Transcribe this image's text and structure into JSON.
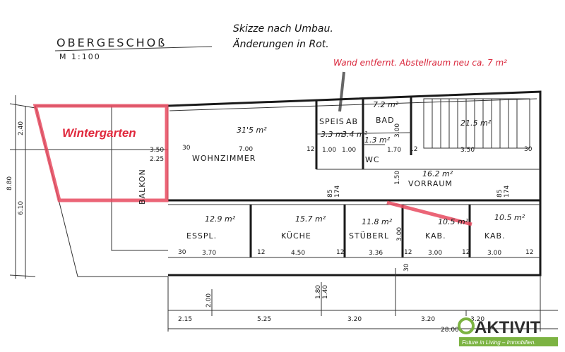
{
  "title": "OBERGESCHOß",
  "scale": "M 1:100",
  "notes": {
    "line1": "Skizze nach Umbau.",
    "line2": "Änderungen in Rot.",
    "red": "Wand entfernt. Abstellraum neu ca. 7 m²"
  },
  "labels": {
    "wintergarten": "Wintergarten",
    "balkon": "BALKON"
  },
  "rooms": {
    "wohnzimmer": {
      "name": "WOHNZIMMER",
      "area": "31'5 m²"
    },
    "speis": {
      "name": "SPEIS",
      "area": "3.3 m²"
    },
    "ab": {
      "name": "AB",
      "area": "3.4 m²"
    },
    "bad": {
      "name": "BAD",
      "area": "7.2 m²"
    },
    "wc": {
      "name": "WC",
      "area": "1.3 m²"
    },
    "stair": {
      "area": "21.5 m²"
    },
    "vorraum": {
      "name": "VORRAUM",
      "area": "16.2 m²"
    },
    "esspl": {
      "name": "ESSPL.",
      "area": "12.9 m²"
    },
    "kueche": {
      "name": "KÜCHE",
      "area": "15.7 m²"
    },
    "stuberl": {
      "name": "STÜBERL",
      "area": "11.8 m²"
    },
    "kab1": {
      "name": "KAB.",
      "area": "10.5 m²"
    },
    "kab2": {
      "name": "KAB.",
      "area": "10.5 m²"
    }
  },
  "dims": {
    "left_total": "8.80",
    "left_top": "2.40",
    "left_bottom": "6.10",
    "balkon_w": "3.50",
    "balkon_d": "2.25",
    "w30a": "30",
    "wohn_w": "7.00",
    "w12a": "12",
    "sp_w": "1.00",
    "ab_w": "1.00",
    "bad_w": "1.70",
    "w12b": "12",
    "stair_w": "3.50",
    "w30b": "30",
    "v150": "1.50",
    "v300": "3.00",
    "v85a": "85",
    "v174a": "174",
    "v85b": "85",
    "v174b": "174",
    "e30": "30",
    "esspl_w": "3.70",
    "e12a": "12",
    "kueche_w": "4.50",
    "e12b": "12",
    "stuberl_w": "3.36",
    "e12c": "12",
    "kab1_w": "3.00",
    "e12d": "12",
    "kab2_w": "3.00",
    "e12e": "12",
    "b215": "2.15",
    "b525": "5.25",
    "b320a": "3.20",
    "b320b": "3.20",
    "b320c": "3.20",
    "b2800": "28.00",
    "v200": "2.00",
    "v180": "1.80",
    "v140": "1.40",
    "v300b": "3.00",
    "v30c": "30"
  },
  "logo": {
    "name": "AKTIVIT",
    "tagline": "Future in Living – Immobilien."
  },
  "colors": {
    "red": "#e0283c",
    "logo_green": "#7cb342"
  }
}
